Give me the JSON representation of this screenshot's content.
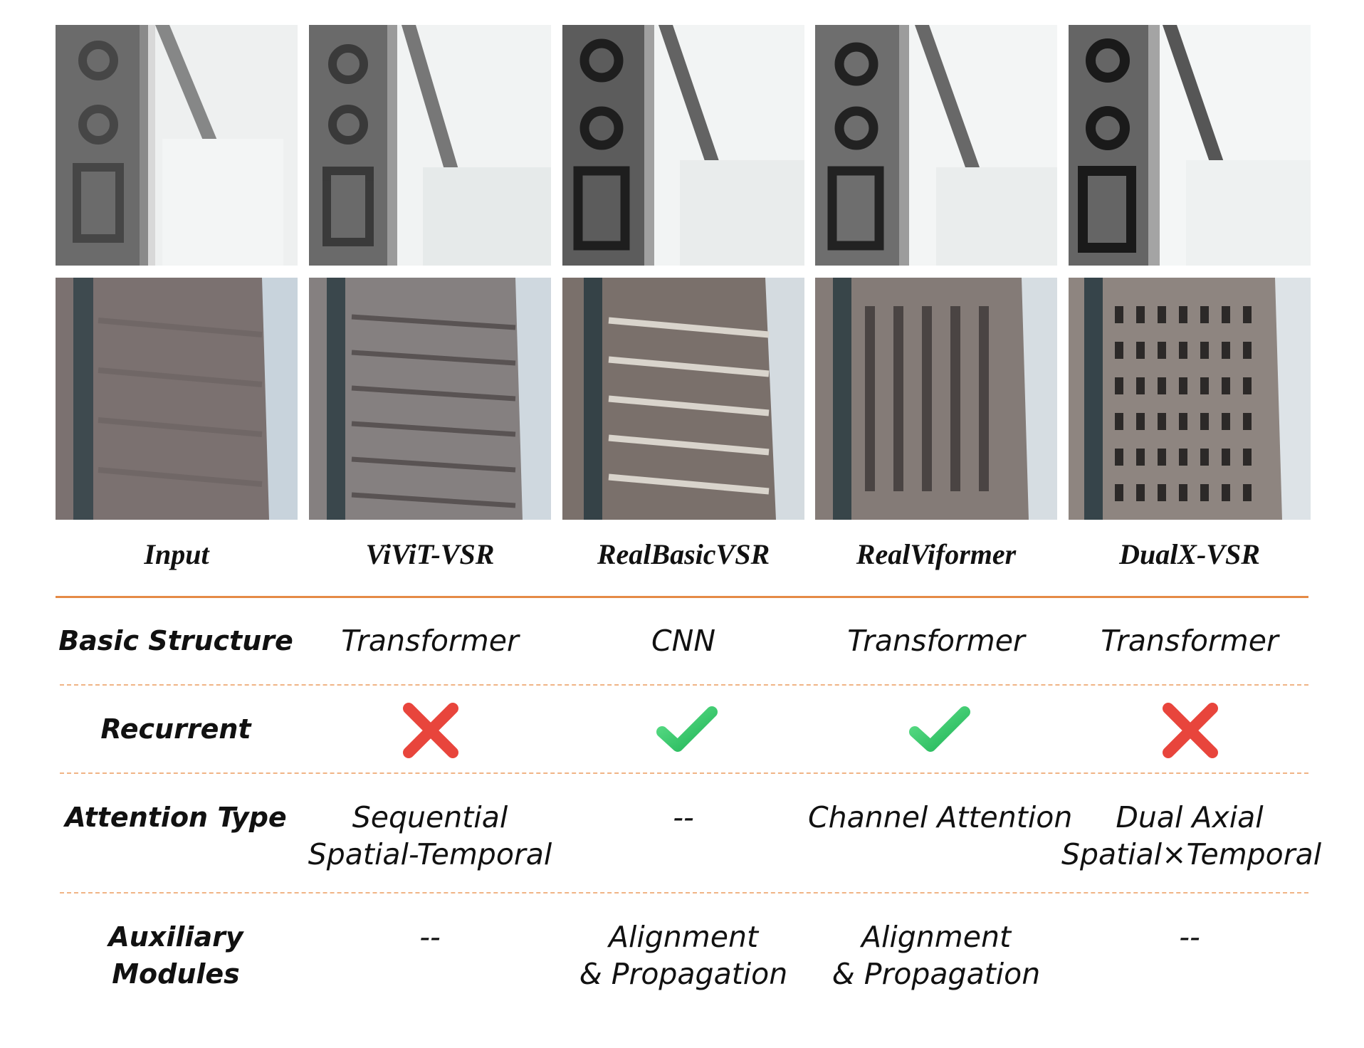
{
  "methods": [
    "Input",
    "ViViT-VSR",
    "RealBasicVSR",
    "RealViformer",
    "DualX-VSR"
  ],
  "rows": {
    "basic_structure": {
      "label": "Basic Structure",
      "values": [
        "Transformer",
        "CNN",
        "Transformer",
        "Transformer"
      ]
    },
    "recurrent": {
      "label": "Recurrent",
      "values": [
        "cross-icon",
        "check-icon",
        "check-icon",
        "cross-icon"
      ]
    },
    "attention_type": {
      "label": "Attention Type",
      "values": [
        [
          "Sequential",
          "Spatial-Temporal"
        ],
        [
          "--"
        ],
        [
          "Channel Attention"
        ],
        [
          "Dual Axial",
          "Spatial×Temporal"
        ]
      ]
    },
    "auxiliary_modules": {
      "label": [
        "Auxiliary",
        "Modules"
      ],
      "values": [
        [
          "--"
        ],
        [
          "Alignment",
          "& Propagation"
        ],
        [
          "Alignment",
          "& Propagation"
        ],
        [
          "--"
        ]
      ]
    }
  },
  "colors": {
    "separator_solid": "#e58a46",
    "separator_dashed": "#f0b485",
    "cross": "#e8453c",
    "check": "#2ec866"
  }
}
